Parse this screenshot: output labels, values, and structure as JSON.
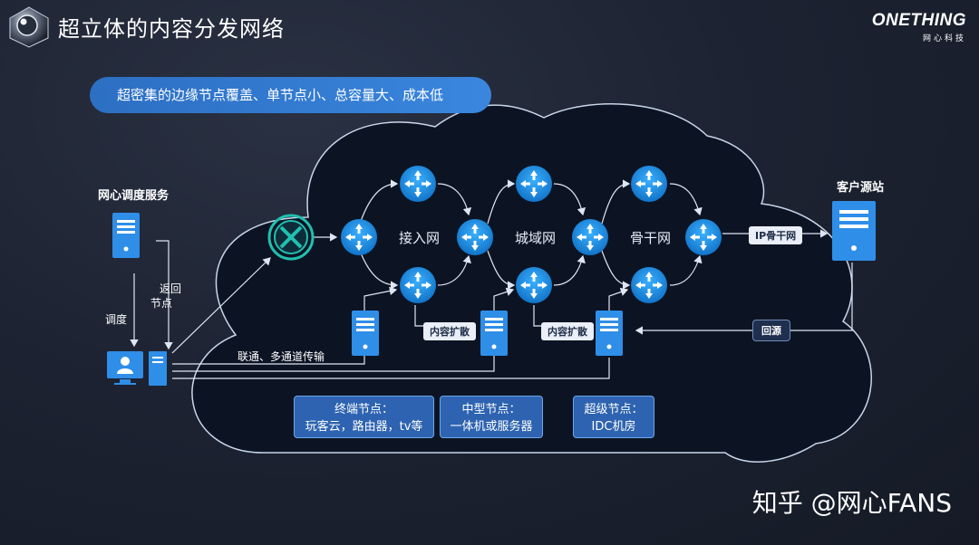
{
  "header": {
    "title": "超立体的内容分发网络",
    "brand_name": "ONETHING",
    "brand_sub": "网心科技"
  },
  "banner": "超密集的边缘节点覆盖、单节点小、总容量大、成本低",
  "left": {
    "scheduler_title": "网心调度服务",
    "label_return": "返回",
    "label_node": "节点",
    "label_schedule": "调度",
    "label_transport": "联通、多通道传输"
  },
  "network": {
    "access": "接入网",
    "metro": "城域网",
    "backbone": "骨干网"
  },
  "tags": {
    "expand1": "内容扩散",
    "expand2": "内容扩散",
    "ip_backbone": "IP骨干网",
    "origin_back": "回源"
  },
  "origin_title": "客户源站",
  "nodes": {
    "terminal_l1": "终端节点：",
    "terminal_l2": "玩客云，路由器，tv等",
    "medium_l1": "中型节点：",
    "medium_l2": "一体机或服务器",
    "super_l1": "超级节点：",
    "super_l2": "IDC机房"
  },
  "watermark": "知乎 @网心FANS",
  "colors": {
    "router": "#1a8ee6",
    "server": "#2f8ee8",
    "banner": "#2c6fc3",
    "node_box": "#2d63b0",
    "hub": "#20c0b0",
    "cloud_fill": "#0c1424"
  }
}
